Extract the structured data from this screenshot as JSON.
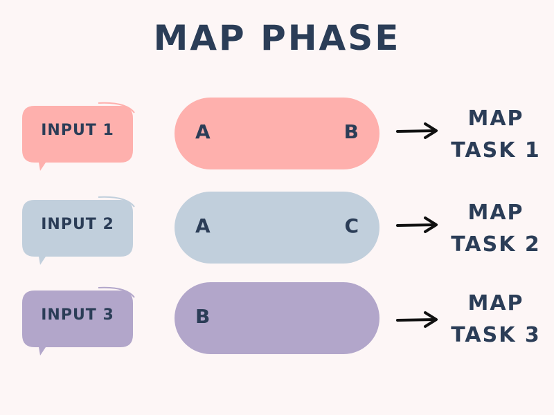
{
  "title": "MAP PHASE",
  "colors": {
    "background": "#fdf6f6",
    "text": "#2b3d57",
    "row1": "#feb0ad",
    "row2": "#c1cfdc",
    "row3": "#b2a6ca"
  },
  "rows": [
    {
      "input_label": "INPUT 1",
      "keys": [
        "A",
        "B"
      ],
      "task_line1": "MAP",
      "task_line2": "TASK 1",
      "arrow_icon": "right-arrow-icon"
    },
    {
      "input_label": "INPUT 2",
      "keys": [
        "A",
        "C"
      ],
      "task_line1": "MAP",
      "task_line2": "TASK 2",
      "arrow_icon": "right-arrow-icon"
    },
    {
      "input_label": "INPUT 3",
      "keys": [
        "B"
      ],
      "task_line1": "MAP",
      "task_line2": "TASK 3",
      "arrow_icon": "right-arrow-icon"
    }
  ]
}
